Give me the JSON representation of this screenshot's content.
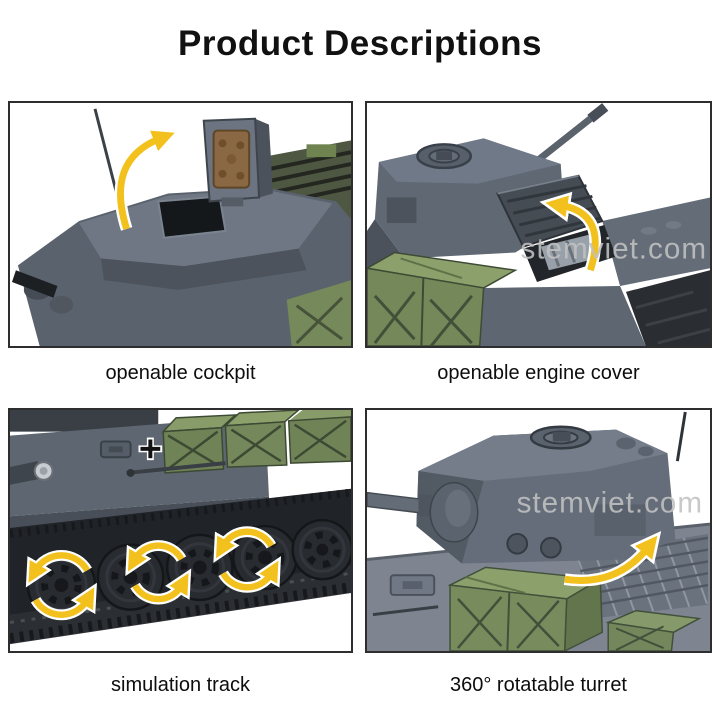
{
  "title": "Product Descriptions",
  "watermark": "stemviet.com",
  "panels": [
    {
      "id": "openable-cockpit",
      "label": "openable cockpit"
    },
    {
      "id": "openable-engine-cover",
      "label": "openable engine cover",
      "watermark": "stemviet.com"
    },
    {
      "id": "simulation-track",
      "label": "simulation track"
    },
    {
      "id": "rotatable-turret",
      "label": "360° rotatable turret",
      "watermark": "stemviet.com"
    }
  ],
  "colors": {
    "background": "#ffffff",
    "title_text": "#111111",
    "caption_text": "#0d0d0d",
    "panel_border": "#2e2e2e",
    "arrow_yellow": "#f3c11d",
    "brick_gray": "#5f6873",
    "brick_gray_light": "#707988",
    "crate_green": "#778b5d",
    "track_dark": "#26292d",
    "watermark_gray": "#c2c2c2"
  }
}
